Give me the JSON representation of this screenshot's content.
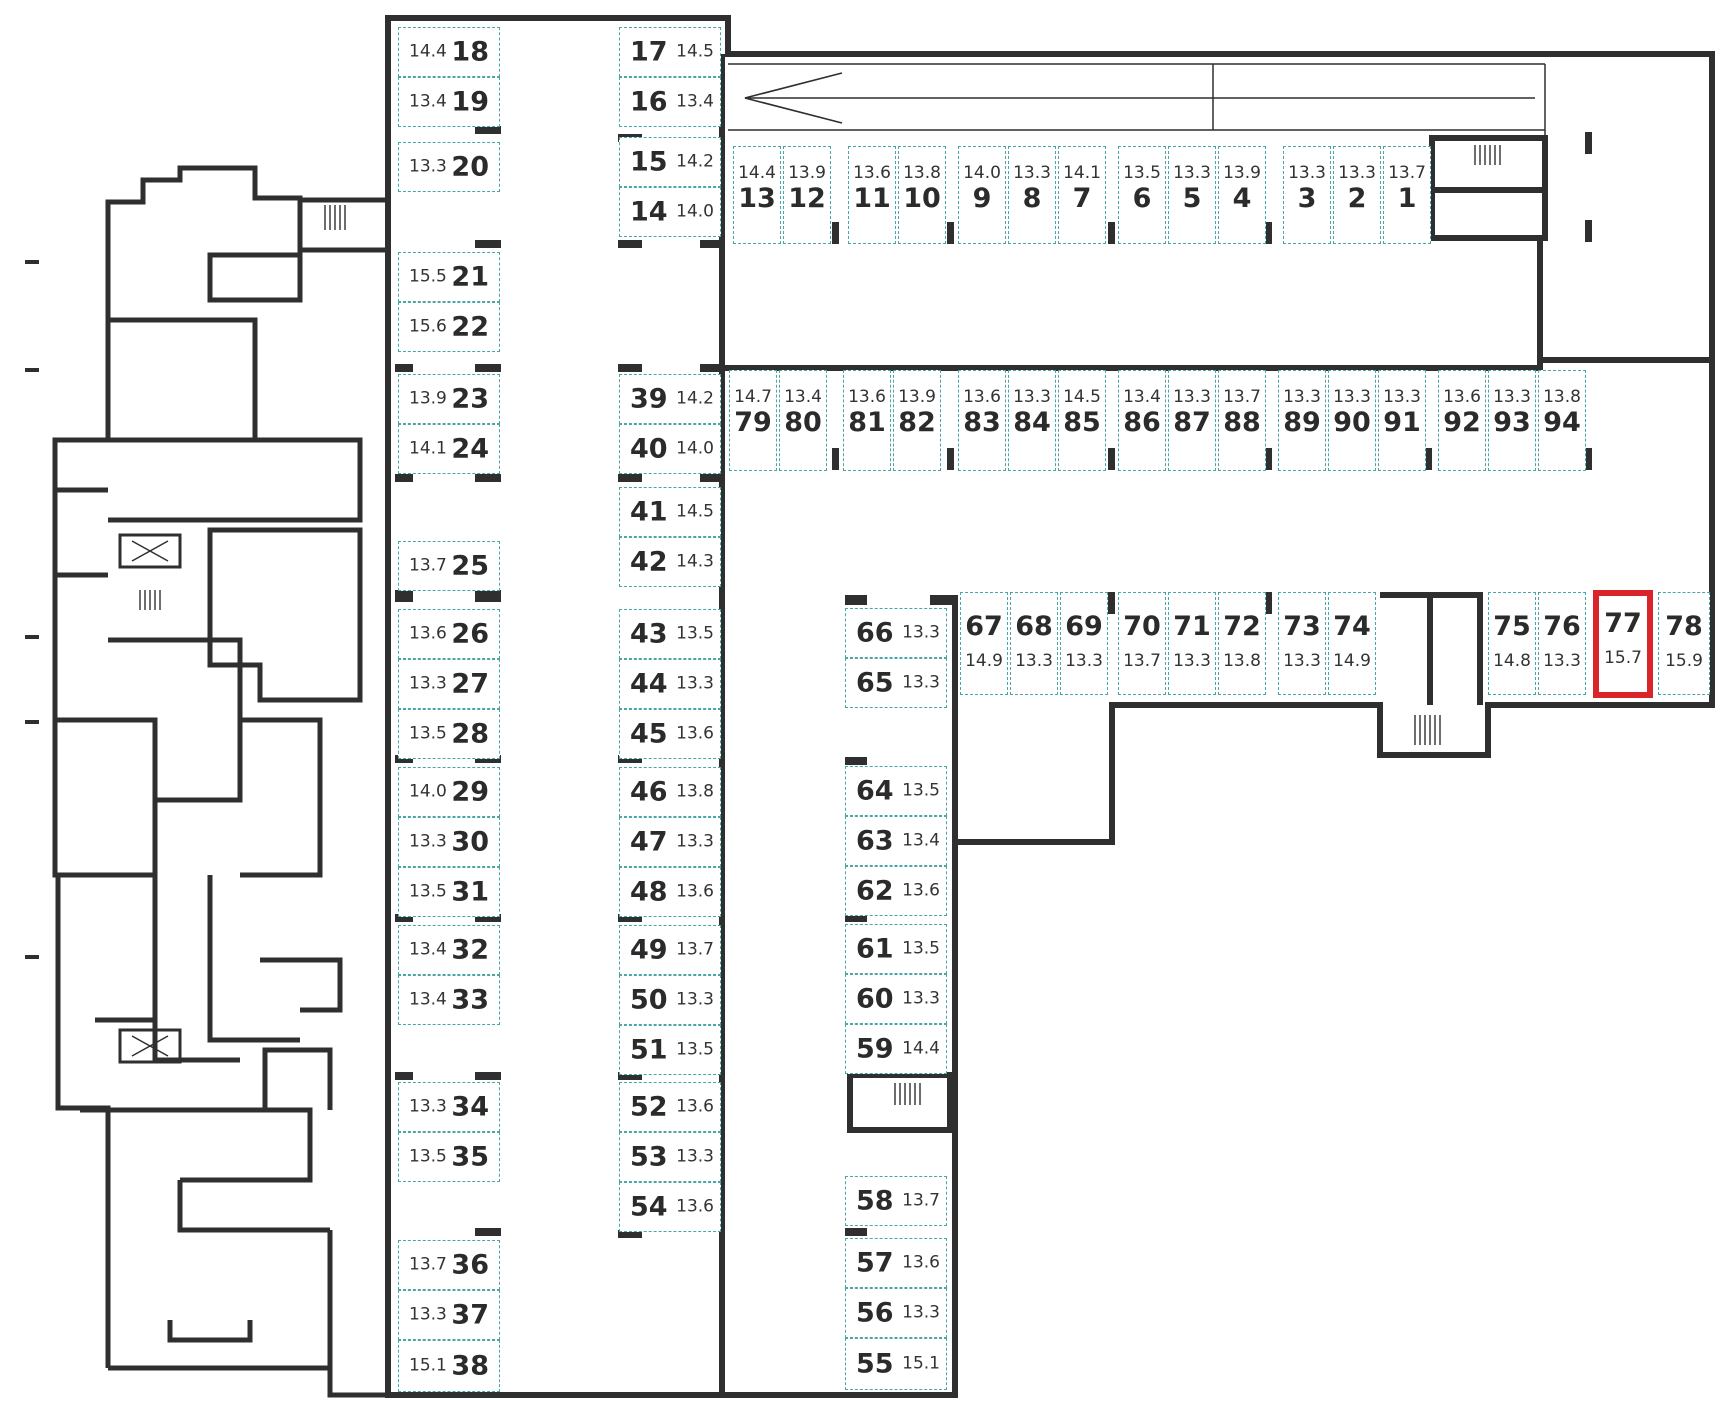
{
  "floor_plan": {
    "highlighted_spot": "77",
    "colors": {
      "wall": "#2f2f2f",
      "spot_border": "#4aa6a4",
      "highlight": "#d9252a",
      "background": "#ffffff"
    },
    "icons": [
      "entry-arrow-icon",
      "staircase-icon",
      "elevator-icon",
      "door-icon"
    ],
    "spots": {
      "1": "13.7",
      "2": "13.3",
      "3": "13.3",
      "4": "13.9",
      "5": "13.3",
      "6": "13.5",
      "7": "14.1",
      "8": "13.3",
      "9": "14.0",
      "10": "13.8",
      "11": "13.6",
      "12": "13.9",
      "13": "14.4",
      "14": "14.0",
      "15": "14.2",
      "16": "13.4",
      "17": "14.5",
      "18": "14.4",
      "19": "13.4",
      "20": "13.3",
      "21": "15.5",
      "22": "15.6",
      "23": "13.9",
      "24": "14.1",
      "25": "13.7",
      "26": "13.6",
      "27": "13.3",
      "28": "13.5",
      "29": "14.0",
      "30": "13.3",
      "31": "13.5",
      "32": "13.4",
      "33": "13.4",
      "34": "13.3",
      "35": "13.5",
      "36": "13.7",
      "37": "13.3",
      "38": "15.1",
      "39": "14.2",
      "40": "14.0",
      "41": "14.5",
      "42": "14.3",
      "43": "13.5",
      "44": "13.3",
      "45": "13.6",
      "46": "13.8",
      "47": "13.3",
      "48": "13.6",
      "49": "13.7",
      "50": "13.3",
      "51": "13.5",
      "52": "13.6",
      "53": "13.3",
      "54": "13.6",
      "55": "15.1",
      "56": "13.3",
      "57": "13.6",
      "58": "13.7",
      "59": "14.4",
      "60": "13.3",
      "61": "13.5",
      "62": "13.6",
      "63": "13.4",
      "64": "13.5",
      "65": "13.3",
      "66": "13.3",
      "67": "14.9",
      "68": "13.3",
      "69": "13.3",
      "70": "13.7",
      "71": "13.3",
      "72": "13.8",
      "73": "13.3",
      "74": "14.9",
      "75": "14.8",
      "76": "13.3",
      "77": "15.7",
      "78": "15.9",
      "79": "14.7",
      "80": "13.4",
      "81": "13.6",
      "82": "13.9",
      "83": "13.6",
      "84": "13.3",
      "85": "14.5",
      "86": "13.4",
      "87": "13.3",
      "88": "13.7",
      "89": "13.3",
      "90": "13.3",
      "91": "13.3",
      "92": "13.6",
      "93": "13.3",
      "94": "13.8"
    }
  }
}
